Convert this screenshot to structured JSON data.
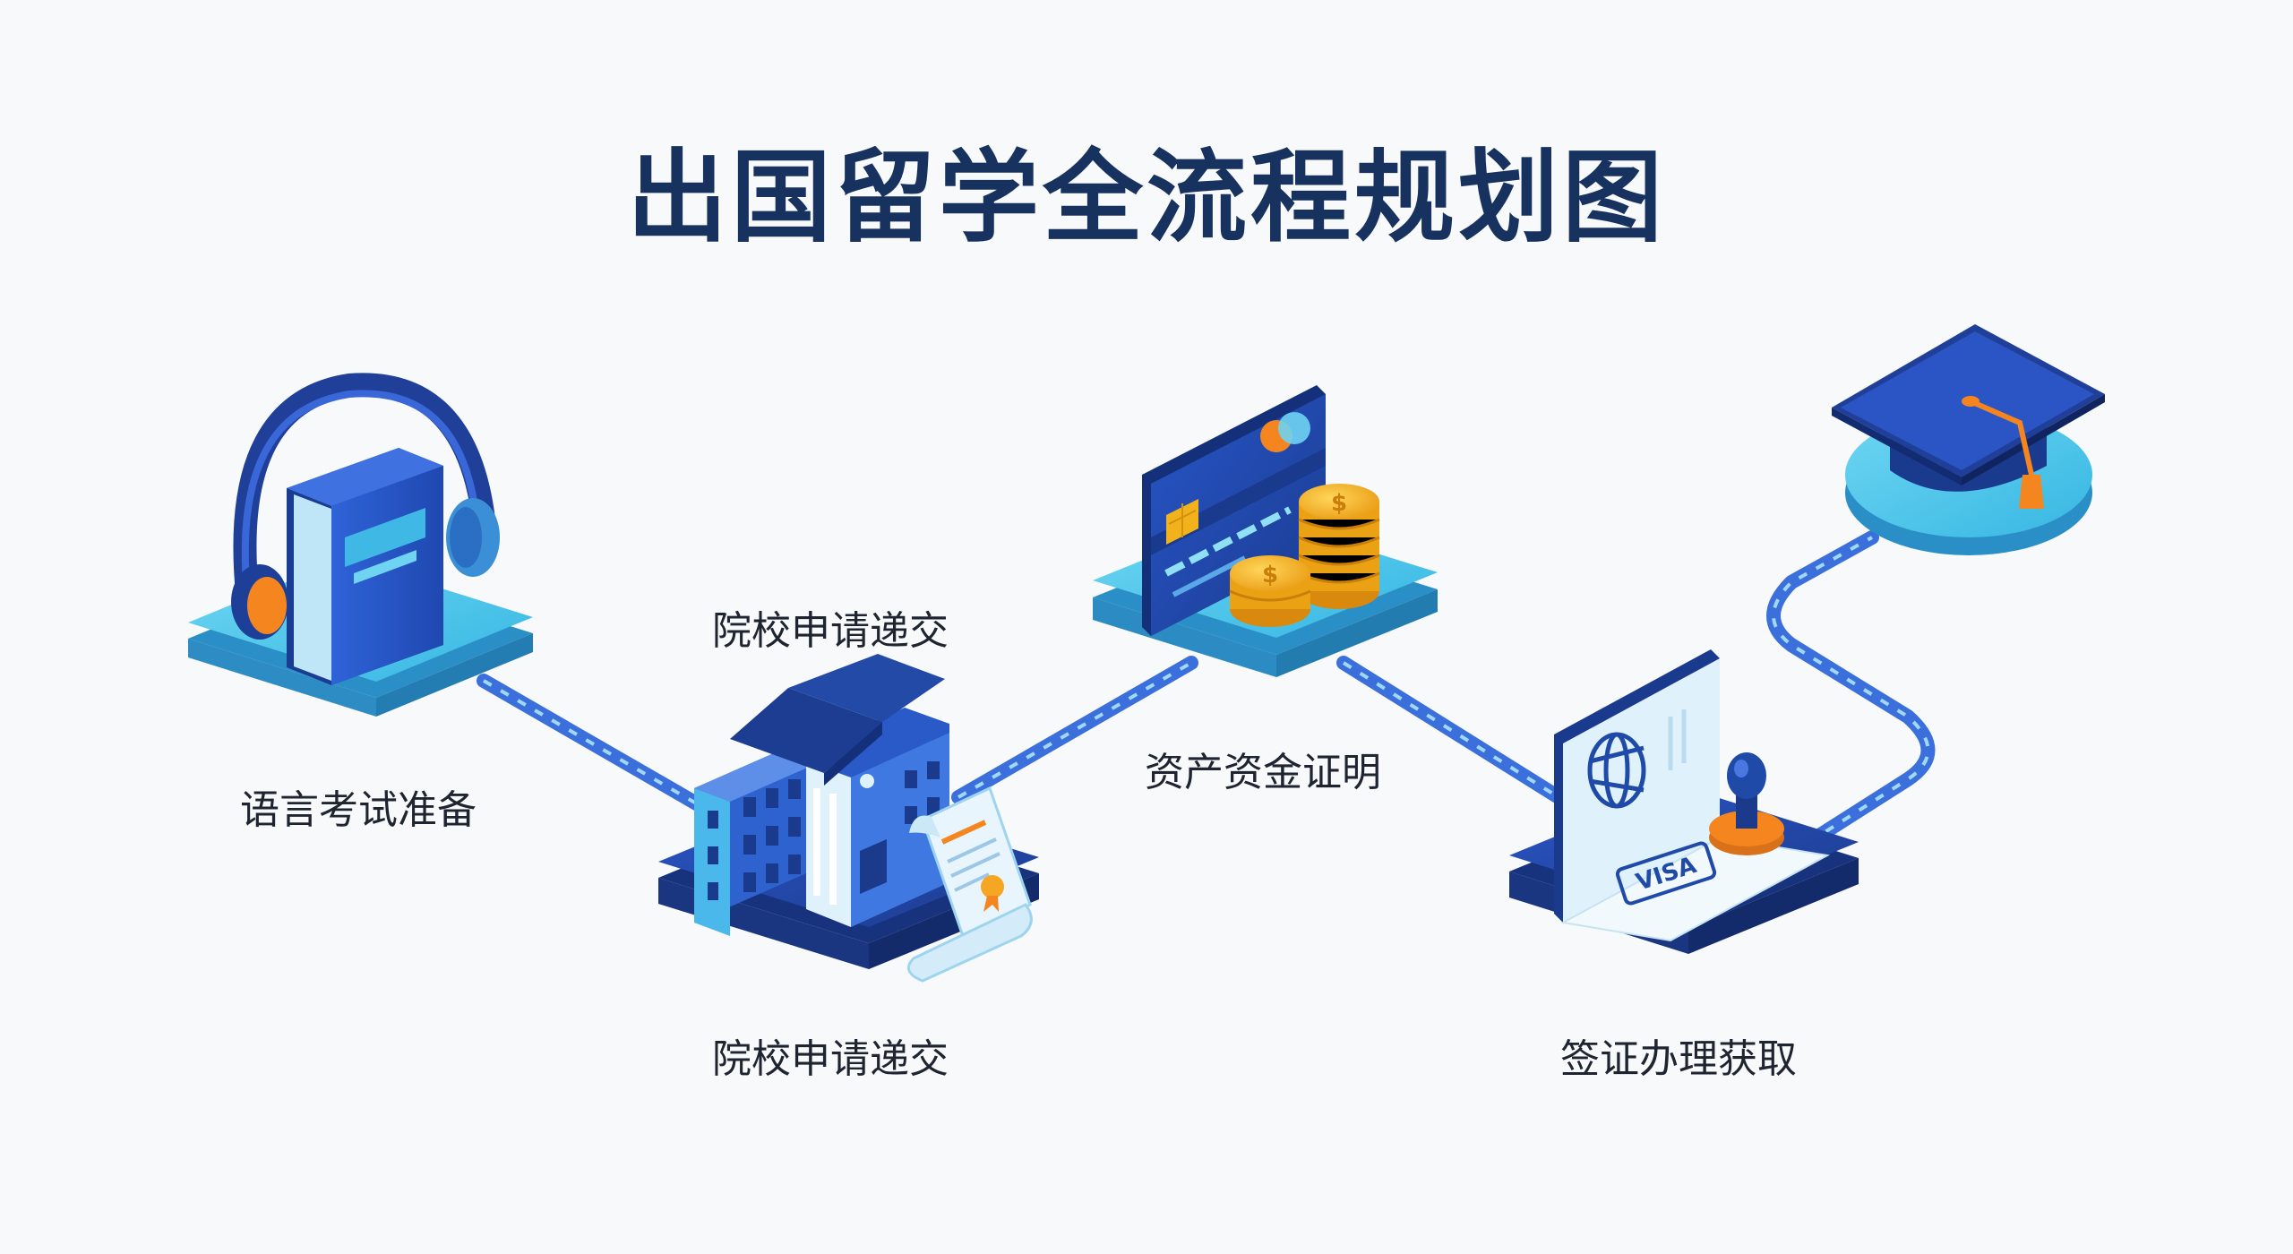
{
  "title": "出国留学全流程规划图",
  "steps": [
    {
      "label": "语言考试准备",
      "icon": "headphones-book-icon"
    },
    {
      "label": "院校申请递交",
      "label_top": "院校申请递交",
      "icon": "university-building-icon"
    },
    {
      "label": "资产资金证明",
      "icon": "credit-card-coins-icon"
    },
    {
      "label": "签证办理获取",
      "icon": "passport-stamp-icon"
    },
    {
      "label": "",
      "icon": "graduation-cap-icon"
    }
  ],
  "visa_stamp_text": "VISA",
  "coin_symbol": "$",
  "colors": {
    "title": "#17325f",
    "navy": "#1d3e8c",
    "royal": "#2f5fd6",
    "cyan": "#41c3ea",
    "light_cyan": "#8fe0f5",
    "orange": "#f5861f",
    "gold": "#f2b21c",
    "path": "#3b6fdc"
  }
}
